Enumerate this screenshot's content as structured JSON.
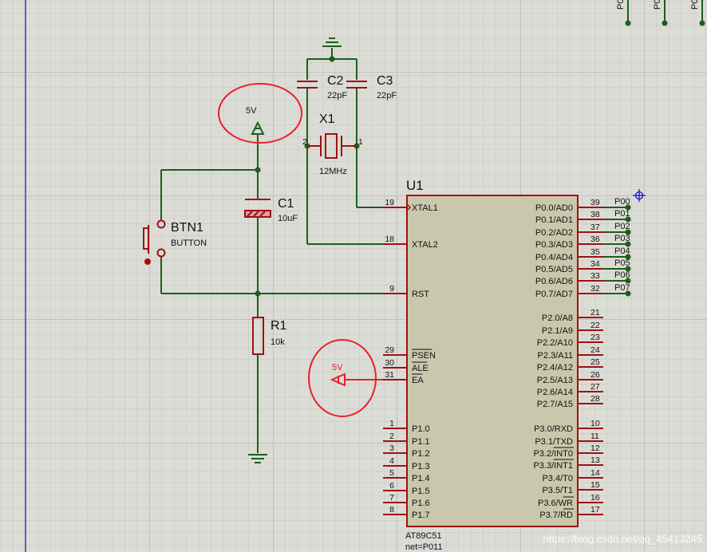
{
  "chip": {
    "ref": "U1",
    "part": "AT89C51",
    "net": "net=P011",
    "left_pins": [
      {
        "num": "19",
        "name": "XTAL1"
      },
      {
        "num": "18",
        "name": "XTAL2"
      },
      {
        "num": "9",
        "name": "RST"
      },
      {
        "num": "29",
        "name": "PSEN"
      },
      {
        "num": "30",
        "name": "ALE"
      },
      {
        "num": "31",
        "name": "EA"
      },
      {
        "num": "1",
        "name": "P1.0"
      },
      {
        "num": "2",
        "name": "P1.1"
      },
      {
        "num": "3",
        "name": "P1.2"
      },
      {
        "num": "4",
        "name": "P1.3"
      },
      {
        "num": "5",
        "name": "P1.4"
      },
      {
        "num": "6",
        "name": "P1.5"
      },
      {
        "num": "7",
        "name": "P1.6"
      },
      {
        "num": "8",
        "name": "P1.7"
      }
    ],
    "right_pins": [
      {
        "num": "39",
        "name": "P0.0/AD0"
      },
      {
        "num": "38",
        "name": "P0.1/AD1"
      },
      {
        "num": "37",
        "name": "P0.2/AD2"
      },
      {
        "num": "36",
        "name": "P0.3/AD3"
      },
      {
        "num": "35",
        "name": "P0.4/AD4"
      },
      {
        "num": "34",
        "name": "P0.5/AD5"
      },
      {
        "num": "33",
        "name": "P0.6/AD6"
      },
      {
        "num": "32",
        "name": "P0.7/AD7"
      },
      {
        "num": "21",
        "name": "P2.0/A8"
      },
      {
        "num": "22",
        "name": "P2.1/A9"
      },
      {
        "num": "23",
        "name": "P2.2/A10"
      },
      {
        "num": "24",
        "name": "P2.3/A11"
      },
      {
        "num": "25",
        "name": "P2.4/A12"
      },
      {
        "num": "26",
        "name": "P2.5/A13"
      },
      {
        "num": "27",
        "name": "P2.6/A14"
      },
      {
        "num": "28",
        "name": "P2.7/A15"
      },
      {
        "num": "10",
        "name": "P3.0/RXD"
      },
      {
        "num": "11",
        "name": "P3.1/TXD"
      },
      {
        "num": "12",
        "name": "P3.2/INT0"
      },
      {
        "num": "13",
        "name": "P3.3/INT1"
      },
      {
        "num": "14",
        "name": "P3.4/T0"
      },
      {
        "num": "15",
        "name": "P3.5/T1"
      },
      {
        "num": "16",
        "name": "P3.6/WR"
      },
      {
        "num": "17",
        "name": "P3.7/RD"
      }
    ]
  },
  "port_labels": [
    "P00",
    "P01",
    "P02",
    "P03",
    "P04",
    "P05",
    "P06",
    "P07"
  ],
  "top_labels": [
    "P0",
    "P0",
    "P0"
  ],
  "components": {
    "c2": {
      "ref": "C2",
      "value": "22pF"
    },
    "c3": {
      "ref": "C3",
      "value": "22pF"
    },
    "x1": {
      "ref": "X1",
      "value": "12MHz",
      "pin_left": "2",
      "pin_right": "1"
    },
    "c1": {
      "ref": "C1",
      "value": "10uF"
    },
    "r1": {
      "ref": "R1",
      "value": "10k"
    },
    "btn1": {
      "ref": "BTN1",
      "value": "BUTTON"
    }
  },
  "power": {
    "vcc_top": "5V",
    "vcc_ea": "5V"
  },
  "watermark": "https://blog.csdn.net/qq_45413245",
  "colors": {
    "background": "#dcdcd6",
    "wire": "#1c5e1c",
    "component": "#a01010",
    "chip_fill": "#cac8ac",
    "highlight": "#e8202a",
    "grid_minor": "#c6c6c0",
    "grid_major": "#b4b4ae",
    "margin_line": "#1515c8"
  }
}
